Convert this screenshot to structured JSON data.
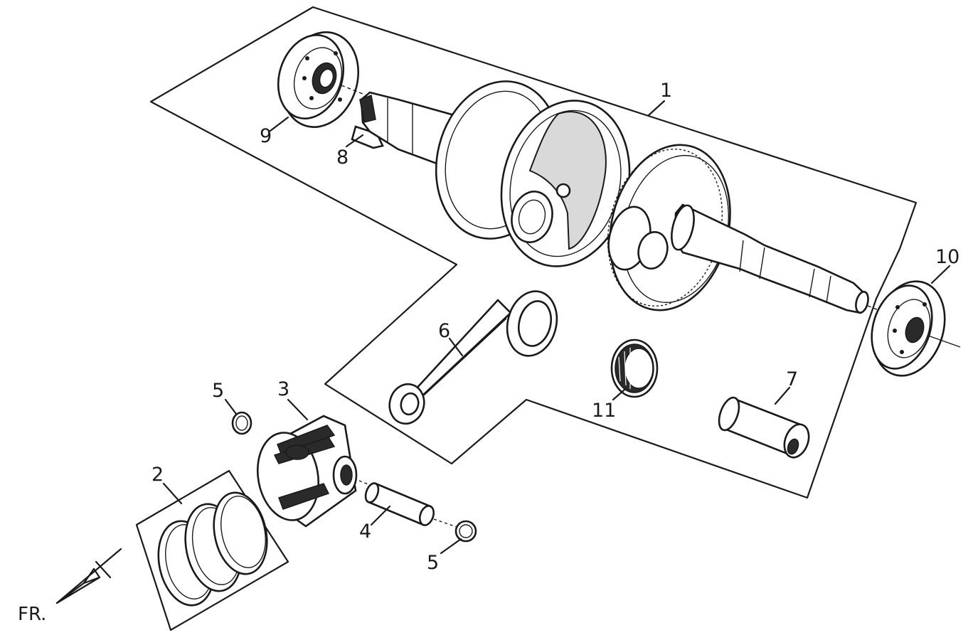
{
  "callouts": [
    {
      "id": "1",
      "label": "1"
    },
    {
      "id": "2",
      "label": "2"
    },
    {
      "id": "3",
      "label": "3"
    },
    {
      "id": "4",
      "label": "4"
    },
    {
      "id": "5a",
      "label": "5"
    },
    {
      "id": "5b",
      "label": "5"
    },
    {
      "id": "6",
      "label": "6"
    },
    {
      "id": "7",
      "label": "7"
    },
    {
      "id": "8",
      "label": "8"
    },
    {
      "id": "9",
      "label": "9"
    },
    {
      "id": "10",
      "label": "10"
    },
    {
      "id": "11",
      "label": "11"
    }
  ],
  "direction": {
    "label": "FR."
  }
}
